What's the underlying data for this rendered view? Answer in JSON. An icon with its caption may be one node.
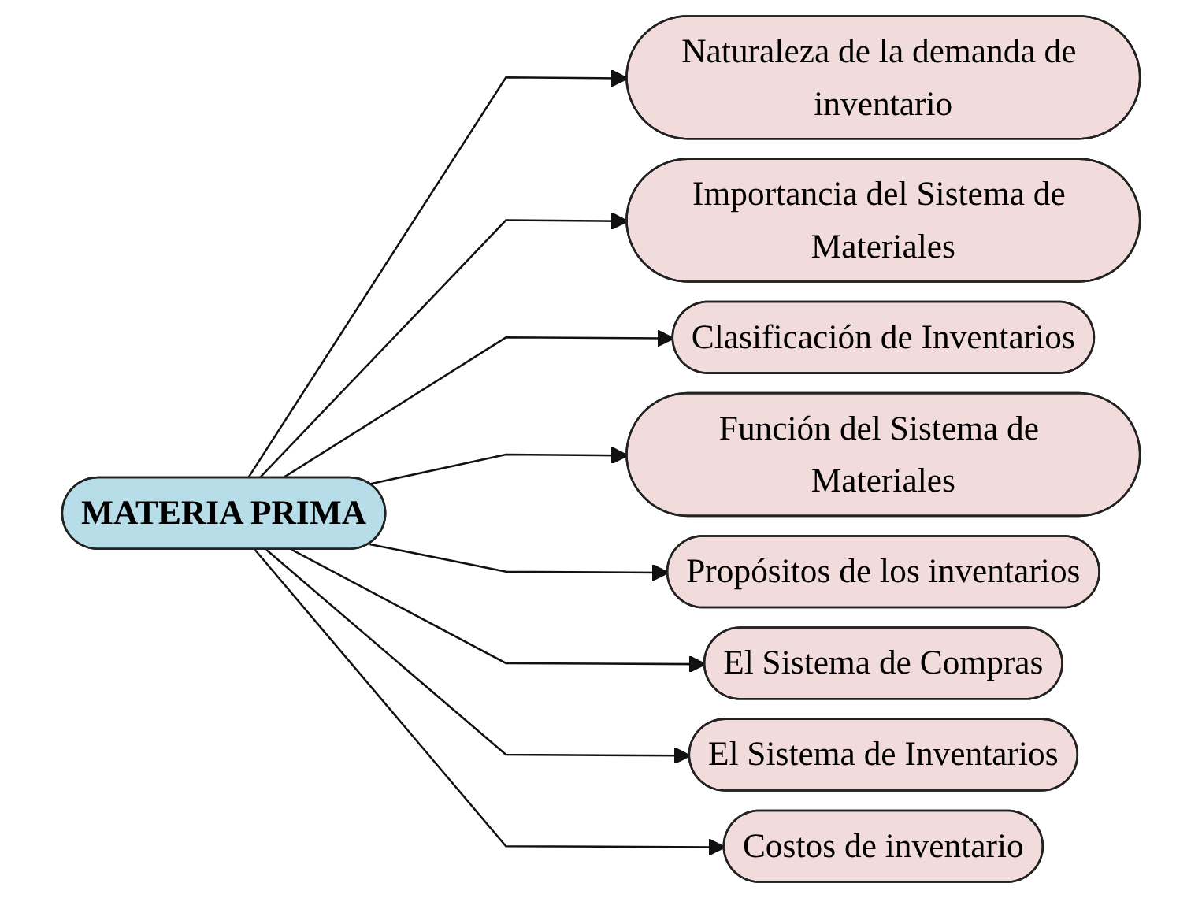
{
  "diagram": {
    "nodes": [
      {
        "text": [
          "Naturaleza de la demanda de inventario"
        ]
      },
      {
        "text": [
          "Importancia del Sistema de Materiales"
        ]
      },
      {
        "text": [
          "Clasificación de Inventarios"
        ]
      },
      {
        "text": [
          "Función del Sistema de Materiales"
        ]
      },
      {
        "text": [
          "MATERIA PRIMA"
        ]
      },
      {
        "text": [
          "Propósitos de los inventarios"
        ]
      },
      {
        "text": [
          "El Sistema de Compras"
        ]
      },
      {
        "text": [
          "El Sistema de Inventarios"
        ]
      },
      {
        "text": [
          "Costos de inventario"
        ]
      }
    ],
    "edges": [
      {
        "from": 4,
        "to": 0,
        "arrow": "to"
      },
      {
        "from": 4,
        "to": 1,
        "arrow": "to"
      },
      {
        "from": 4,
        "to": 2,
        "arrow": "to"
      },
      {
        "from": 4,
        "to": 3,
        "arrow": "to"
      },
      {
        "from": 4,
        "to": 5,
        "arrow": "to"
      },
      {
        "from": 4,
        "to": 6,
        "arrow": "to"
      },
      {
        "from": 4,
        "to": 7,
        "arrow": "to"
      },
      {
        "from": 4,
        "to": 8,
        "arrow": "to"
      }
    ]
  }
}
